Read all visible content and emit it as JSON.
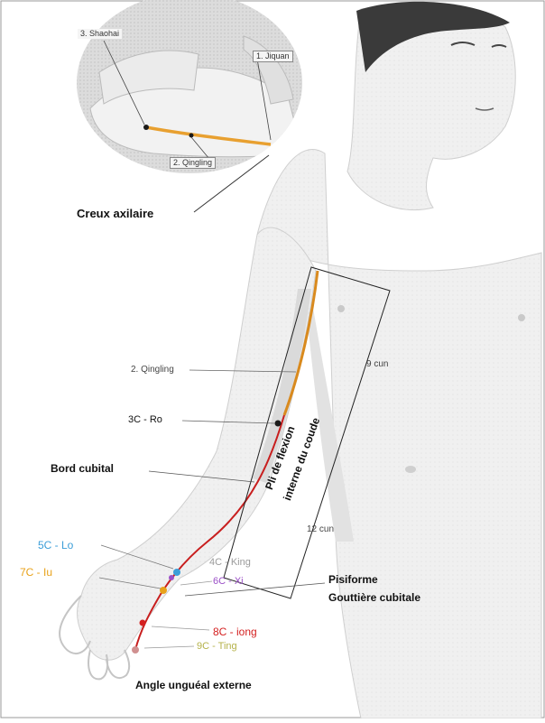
{
  "inset": {
    "labels": {
      "shaohai": "3. Shaohai",
      "jiquan": "1. Jiquan",
      "qingling": "2. Qingling"
    }
  },
  "labels": {
    "creux_axillaire": "Creux axilaire",
    "qingling": "2. Qingling",
    "ro": "3C - Ro",
    "bord_cubital": "Bord cubital",
    "pli_flexion_line1": "Pli de flexion",
    "pli_flexion_line2": "interne du coude",
    "cun_9": "9  cun",
    "cun_12": "12  cun",
    "lo": "5C - Lo",
    "iu": "7C - Iu",
    "king": "4C - King",
    "xi": "6C - Xi",
    "pisiforme": "Pisiforme",
    "gouttiere": "Gouttière cubitale",
    "iong": "8C - iong",
    "ting": "9C - Ting",
    "angle": "Angle unguéal externe"
  },
  "colors": {
    "meridian": "#d98a1e",
    "meridian_red": "#c81e1e",
    "lo": "#3c9ed8",
    "iu": "#e8a21a",
    "king": "#9a9a9a",
    "xi": "#9b4fc7",
    "iong": "#d42020",
    "ting": "#b5b24a",
    "frame": "#222222"
  }
}
